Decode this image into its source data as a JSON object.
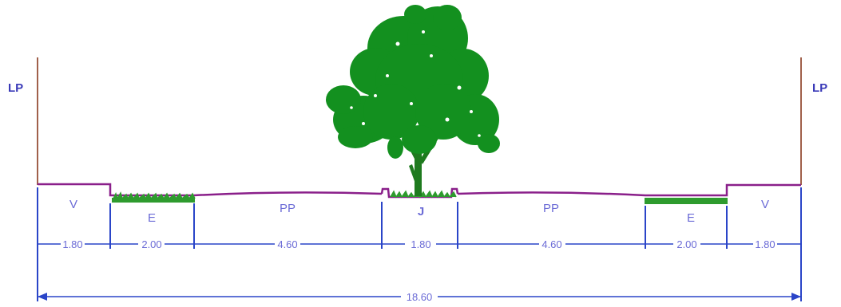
{
  "labels": {
    "lp_left": "LP",
    "lp_right": "LP"
  },
  "zones": [
    "V",
    "E",
    "PP",
    "J",
    "PP",
    "E",
    "V"
  ],
  "dimensions": [
    "1.80",
    "2.00",
    "4.60",
    "1.80",
    "4.60",
    "2.00",
    "1.80"
  ],
  "total": "18.60",
  "colors": {
    "property_line": "#a0604a",
    "surface": "#8a1f8a",
    "dimension": "#2a45c8",
    "grass": "#2e9b2e",
    "tree": "#13901f",
    "trunk": "#1e7a1e",
    "text": "#6b6bd6",
    "lp_text": "#3a3ab8"
  },
  "icons": {
    "tree": "tree-icon"
  }
}
